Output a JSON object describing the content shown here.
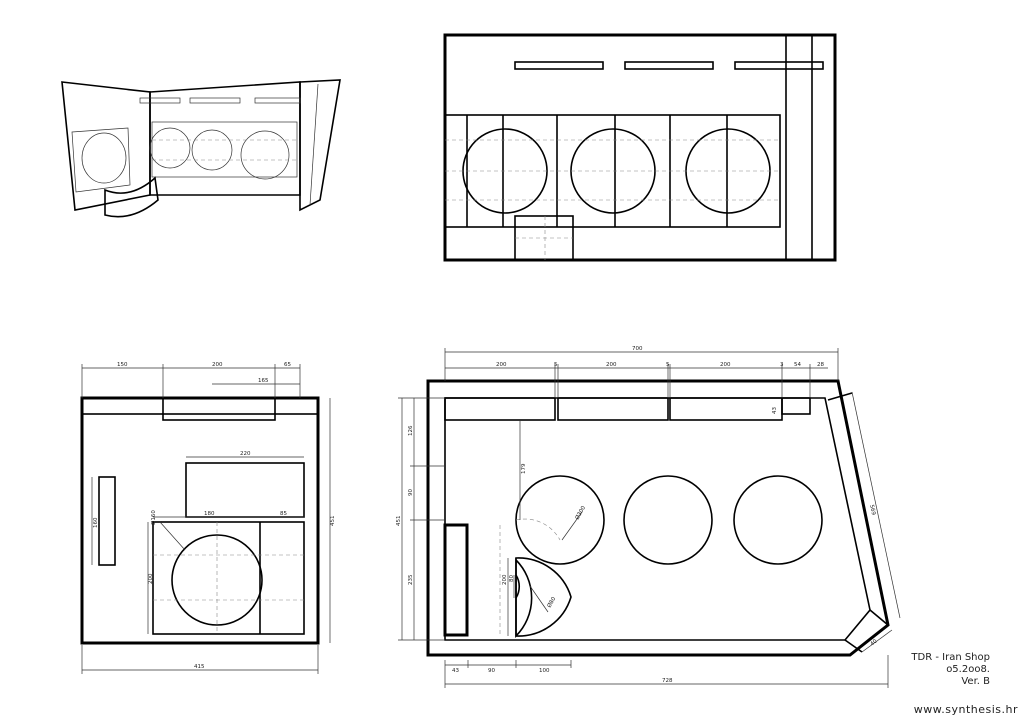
{
  "title_block": {
    "project": "TDR - Iran Shop",
    "date": "o5.2oo8.",
    "version": "Ver. B"
  },
  "website": "www.synthesis.hr",
  "side_view_dims": {
    "top_150": "150",
    "top_200": "200",
    "top_65": "65",
    "top_165": "165",
    "w_220": "220",
    "w_180": "180",
    "w_85": "85",
    "d_160": "Ø160",
    "h_160": "160",
    "h_200": "200",
    "h_451": "451",
    "bottom_415": "415"
  },
  "plan_dims": {
    "top_700": "700",
    "seg_200a": "200",
    "seg_5a": "5",
    "seg_200b": "200",
    "seg_5b": "5",
    "seg_200c": "200",
    "seg_3": "3",
    "seg_54": "54",
    "seg_28": "28",
    "h_43": "43",
    "v_451": "451",
    "v_126": "126",
    "v_90": "90",
    "v_235": "235",
    "v_179": "179",
    "d_300": "Ø300",
    "v_200": "200",
    "v_80": "80",
    "d_80": "Ø80",
    "diag_569": "569",
    "diag_40": "40",
    "b_43": "43",
    "b_90": "90",
    "b_100": "100",
    "bottom_728": "728"
  }
}
